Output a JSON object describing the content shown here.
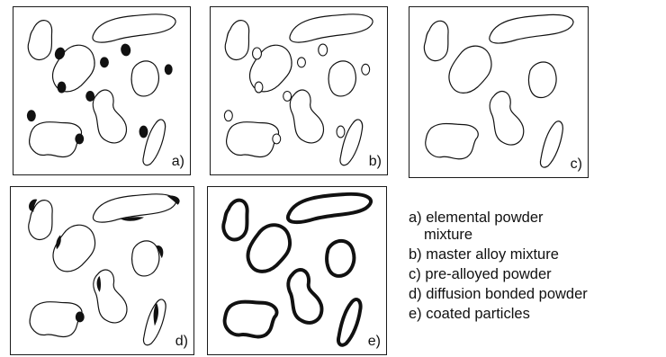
{
  "panels": [
    {
      "id": "a",
      "label": "a)"
    },
    {
      "id": "b",
      "label": "b)"
    },
    {
      "id": "c",
      "label": "c)"
    },
    {
      "id": "d",
      "label": "d)"
    },
    {
      "id": "e",
      "label": "e)"
    }
  ],
  "legend": {
    "a_line1": "a) elemental powder",
    "a_line2": "mixture",
    "b": "b) master alloy mixture",
    "c": "c) pre-alloyed powder",
    "d": "d) diffusion bonded powder",
    "e": "e) coated particles"
  }
}
